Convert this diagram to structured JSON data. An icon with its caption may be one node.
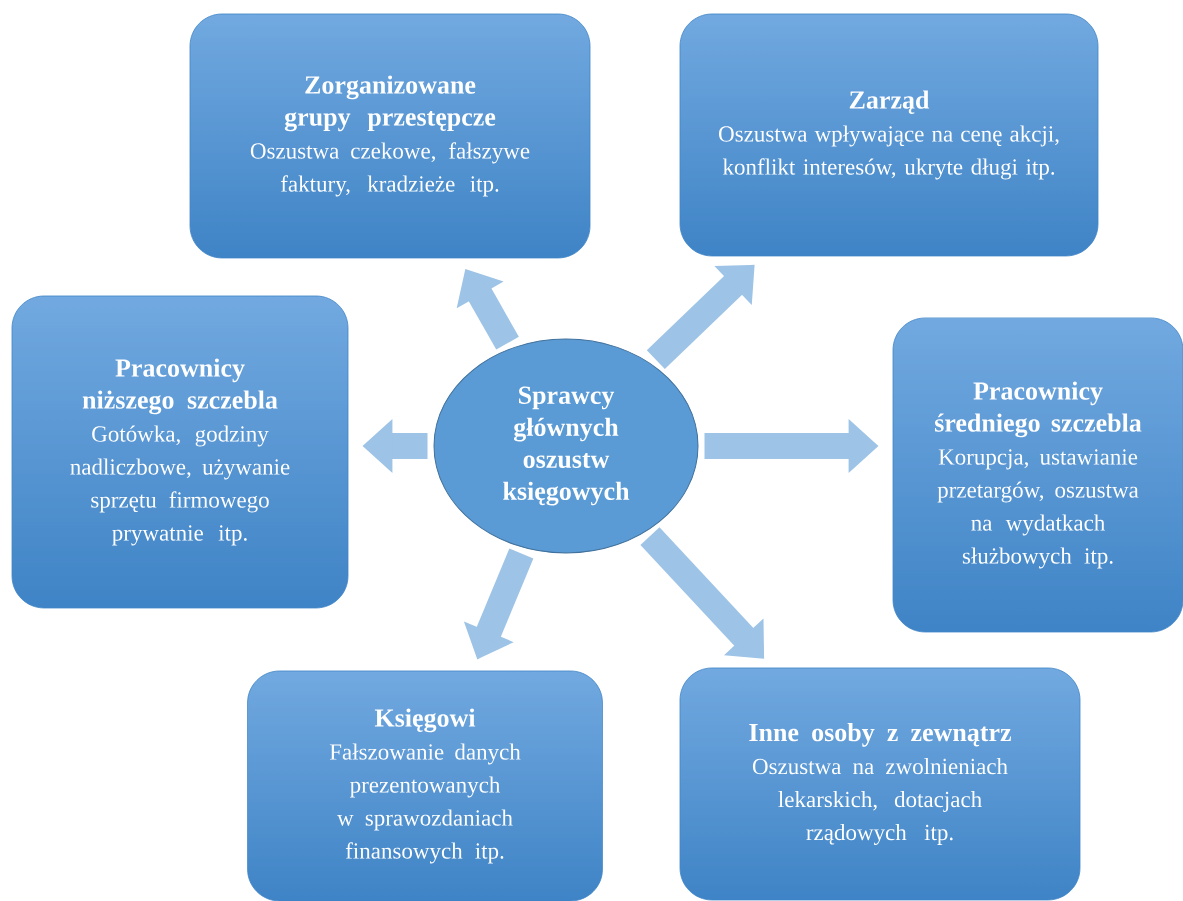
{
  "diagram": {
    "nodes": [
      {
        "text": [
          "Sprawcy głównych oszustw księgowych"
        ]
      },
      {
        "text": [
          "Zorganizowane grupy przestępcze",
          "Oszustwa czekowe, fałszywe faktury, kradzieże itp."
        ]
      },
      {
        "text": [
          "Zarząd",
          "Oszustwa wpływające na cenę akcji, konflikt interesów, ukryte długi itp."
        ]
      },
      {
        "text": [
          "Pracownicy niższego szczebla",
          "Gotówka, godziny nadliczbowe, używanie sprzętu firmowego prywatnie itp."
        ]
      },
      {
        "text": [
          "Pracownicy średniego szczebla",
          "Korupcja, ustawianie przetargów, oszustwa na wydatkach służbowych itp."
        ]
      },
      {
        "text": [
          "Księgowi",
          "Fałszowanie danych prezentowanych w sprawozdaniach finansowych itp."
        ]
      },
      {
        "text": [
          "Inne osoby z zewnątrz",
          "Oszustwa na zwolnieniach lekarskich, dotacjach rządowych itp."
        ]
      }
    ],
    "edges": [
      {
        "from": 0,
        "to": 1,
        "arrow": "to"
      },
      {
        "from": 0,
        "to": 2,
        "arrow": "to"
      },
      {
        "from": 0,
        "to": 3,
        "arrow": "to"
      },
      {
        "from": 0,
        "to": 4,
        "arrow": "to"
      },
      {
        "from": 0,
        "to": 5,
        "arrow": "to"
      },
      {
        "from": 0,
        "to": 6,
        "arrow": "to"
      }
    ]
  }
}
